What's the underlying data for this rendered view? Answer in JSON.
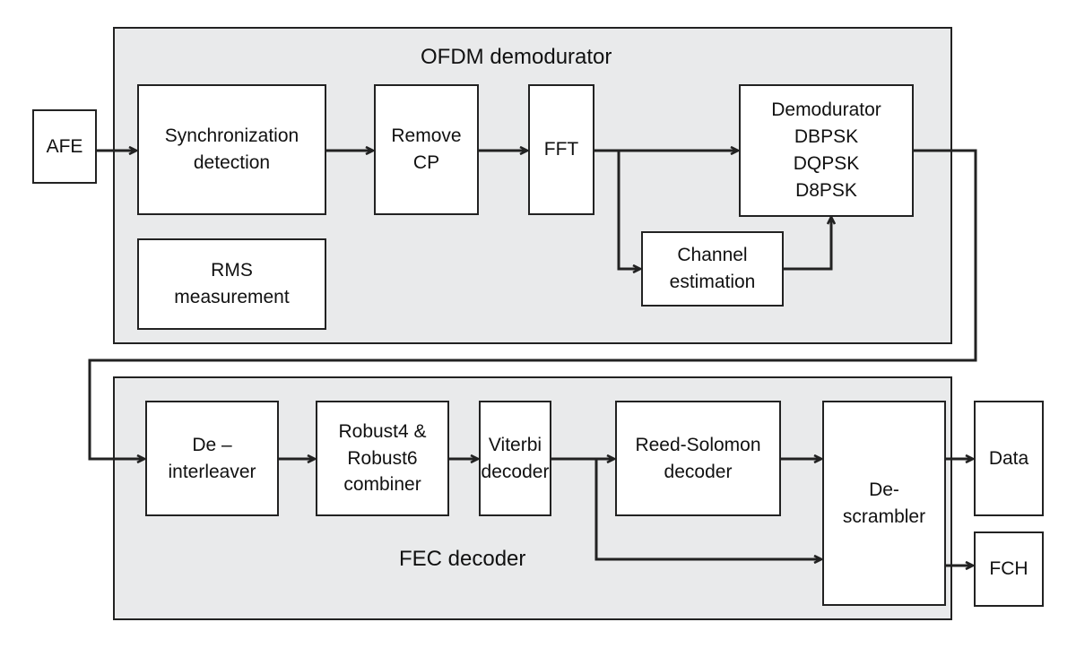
{
  "groups": {
    "ofdm": {
      "title": "OFDM demodurator"
    },
    "fec": {
      "title": "FEC  decoder"
    }
  },
  "blocks": {
    "afe": {
      "lines": [
        "AFE"
      ]
    },
    "sync": {
      "lines": [
        "Synchronization",
        "detection"
      ]
    },
    "remove_cp": {
      "lines": [
        "Remove",
        "CP"
      ]
    },
    "fft": {
      "lines": [
        "FFT"
      ]
    },
    "demodulator": {
      "lines": [
        "Demodurator",
        "DBPSK",
        "DQPSK",
        "D8PSK"
      ]
    },
    "rms": {
      "lines": [
        "RMS",
        "measurement"
      ]
    },
    "channel_est": {
      "lines": [
        "Channel",
        "estimation"
      ]
    },
    "deinterleaver": {
      "lines": [
        "De –",
        "interleaver"
      ]
    },
    "robust": {
      "lines": [
        "Robust4 &",
        "Robust6",
        "combiner"
      ]
    },
    "viterbi": {
      "lines": [
        "Viterbi",
        "decoder"
      ]
    },
    "reed_solomon": {
      "lines": [
        "Reed-Solomon",
        "decoder"
      ]
    },
    "descrambler": {
      "lines": [
        "De-",
        "scrambler"
      ]
    },
    "data": {
      "lines": [
        "Data"
      ]
    },
    "fch": {
      "lines": [
        "FCH"
      ]
    }
  }
}
